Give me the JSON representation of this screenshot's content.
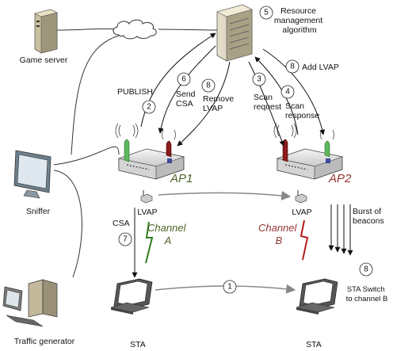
{
  "nodes": {
    "game_server": "Game server",
    "sniffer": "Sniffer",
    "traffic_generator": "Traffic generator",
    "resource_manager": "Resource\nmanagement\nalgorithm",
    "ap1": "AP1",
    "ap2": "AP2",
    "lvap1": "LVAP",
    "lvap2": "LVAP",
    "sta1": "STA",
    "sta2": "STA"
  },
  "channels": {
    "a": "Channel\nA",
    "b": "Channel\nB"
  },
  "messages": [
    {
      "num": "1",
      "label": ""
    },
    {
      "num": "2",
      "label": "PUBLISH"
    },
    {
      "num": "3",
      "label": "Scan\nrequest"
    },
    {
      "num": "4",
      "label": "Scan\nresponse"
    },
    {
      "num": "5",
      "label": ""
    },
    {
      "num": "6",
      "label": "Send\nCSA"
    },
    {
      "num": "7",
      "label": "CSA"
    },
    {
      "num": "8",
      "label": "Remove\nLVAP"
    },
    {
      "num": "8",
      "label": "Add LVAP"
    },
    {
      "num": "8",
      "label": "STA Switch\nto channel B"
    }
  ],
  "beacons_label": "Burst of\nbeacons",
  "colors": {
    "ap1_label": "#4f6228",
    "ap2_label": "#943634",
    "channel_a": "#4f6228",
    "channel_b": "#943634",
    "lightning_a": "#2e7d1e",
    "lightning_b": "#b71c1c",
    "antenna_green": "#5cb85c",
    "antenna_red": "#8b1a1a"
  }
}
